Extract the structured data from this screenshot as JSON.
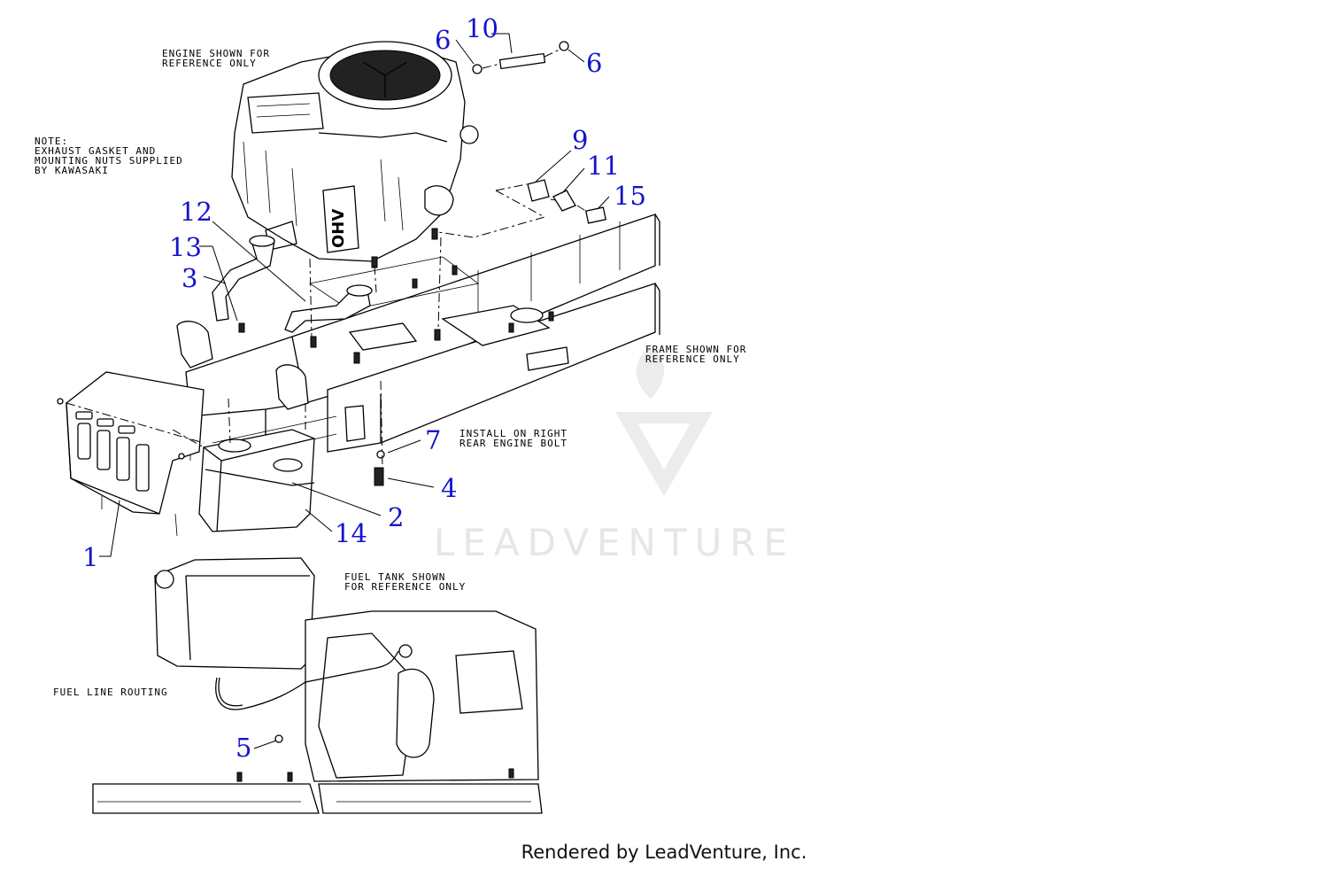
{
  "notes": {
    "engine_ref": "ENGINE SHOWN FOR\nREFERENCE ONLY",
    "exhaust_note": "NOTE:\nEXHAUST GASKET AND\nMOUNTING NUTS SUPPLIED\nBY KAWASAKI",
    "frame_ref": "FRAME SHOWN FOR\nREFERENCE ONLY",
    "install_note": "INSTALL ON RIGHT\nREAR ENGINE BOLT",
    "fuel_tank_ref": "FUEL TANK SHOWN\nFOR REFERENCE ONLY",
    "fuel_line": "FUEL LINE ROUTING"
  },
  "engine_decal": "OHV",
  "callouts": [
    {
      "id": "6a",
      "label": "6"
    },
    {
      "id": "10",
      "label": "10"
    },
    {
      "id": "6b",
      "label": "6"
    },
    {
      "id": "9",
      "label": "9"
    },
    {
      "id": "11",
      "label": "11"
    },
    {
      "id": "15",
      "label": "15"
    },
    {
      "id": "12",
      "label": "12"
    },
    {
      "id": "13",
      "label": "13"
    },
    {
      "id": "3",
      "label": "3"
    },
    {
      "id": "7",
      "label": "7"
    },
    {
      "id": "4",
      "label": "4"
    },
    {
      "id": "2",
      "label": "2"
    },
    {
      "id": "14",
      "label": "14"
    },
    {
      "id": "1",
      "label": "1"
    },
    {
      "id": "5",
      "label": "5"
    }
  ],
  "watermark": "LEADVENTURE",
  "footer": "Rendered by LeadVenture, Inc.",
  "colors": {
    "callout": "#1414cc",
    "watermark": "#e6e6e6"
  }
}
